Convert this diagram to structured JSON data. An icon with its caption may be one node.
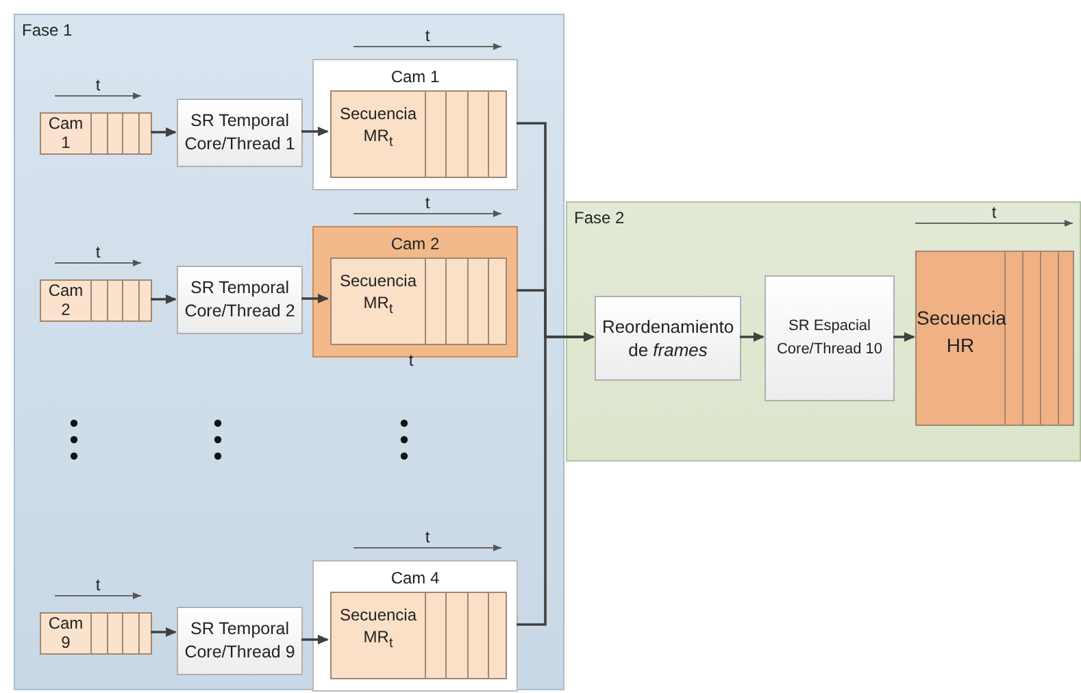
{
  "diagram": {
    "nodes": [
      {
        "text": [
          "Fase 1"
        ]
      },
      {
        "text": [
          "Cam 1"
        ],
        "in": 0,
        "beside": [
          "t"
        ]
      },
      {
        "text": [
          "SR Temporal Core/Thread 1"
        ],
        "in": 0
      },
      {
        "text": [
          "Cam 1"
        ],
        "in": 0,
        "beside": [
          "t"
        ]
      },
      {
        "text": [
          "Secuencia MR$_{t}$"
        ],
        "in": 3
      },
      {
        "text": [
          "Cam 2"
        ],
        "in": 0,
        "beside": [
          "t"
        ]
      },
      {
        "text": [
          "SR Temporal Core/Thread 2"
        ],
        "in": 0
      },
      {
        "text": [
          "Cam 2"
        ],
        "in": 0,
        "beside": [
          "t"
        ]
      },
      {
        "text": [
          "Secuencia MR$_{t}$"
        ],
        "in": 7
      },
      {
        "text": [
          "Cam 9"
        ],
        "in": 0,
        "beside": [
          "t"
        ]
      },
      {
        "text": [
          "SR Temporal Core/Thread 9"
        ],
        "in": 0
      },
      {
        "text": [
          "Cam 4"
        ],
        "in": 0,
        "beside": [
          "t"
        ]
      },
      {
        "text": [
          "Secuencia MR$_{t}$"
        ],
        "in": 11
      },
      {
        "text": [
          "Fase 2"
        ]
      },
      {
        "text": [
          "Reordenamiento de *frames*"
        ],
        "in": 13
      },
      {
        "text": [
          "SR Espacial Core/Thread 10"
        ],
        "in": 13
      },
      {
        "text": [
          "Secuencia HR"
        ],
        "in": 13,
        "beside": [
          "t"
        ]
      }
    ],
    "edges": [
      {
        "from": 1,
        "to": 2,
        "arrow": "to"
      },
      {
        "from": 2,
        "to": 4,
        "arrow": "to"
      },
      {
        "from": 5,
        "to": 6,
        "arrow": "to"
      },
      {
        "from": 6,
        "to": 8,
        "arrow": "to"
      },
      {
        "from": 9,
        "to": 10,
        "arrow": "to"
      },
      {
        "from": 10,
        "to": 12,
        "arrow": "to"
      },
      {
        "from": 3,
        "to": 14,
        "arrow": "to"
      },
      {
        "from": 7,
        "to": 14,
        "arrow": "to"
      },
      {
        "from": 11,
        "to": 14,
        "arrow": "to"
      },
      {
        "from": 14,
        "to": 15,
        "arrow": "to"
      },
      {
        "from": 15,
        "to": 16,
        "arrow": "to"
      }
    ],
    "labels": [
      "t"
    ]
  }
}
